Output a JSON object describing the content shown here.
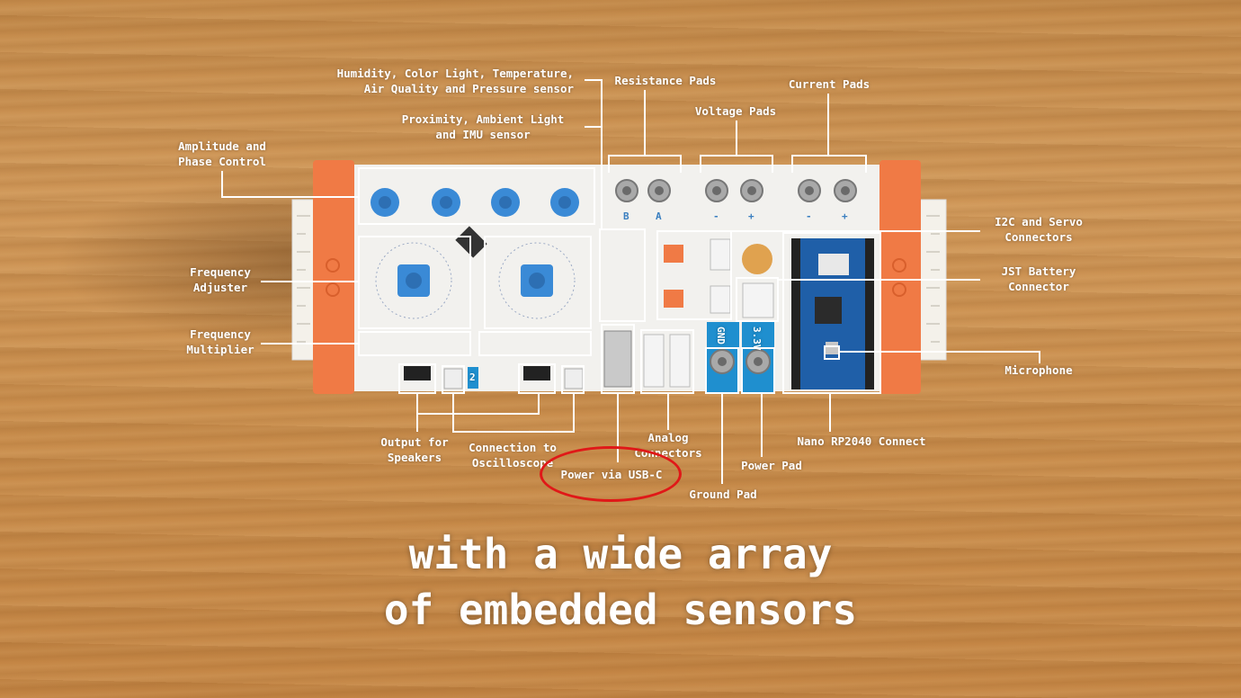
{
  "labels": {
    "humidity": "Humidity, Color Light, Temperature,\nAir Quality and Pressure sensor",
    "proximity": "Proximity, Ambient Light\nand IMU sensor",
    "resistance": "Resistance Pads",
    "voltage": "Voltage Pads",
    "current": "Current Pads",
    "amplitude": "Amplitude and\nPhase Control",
    "i2c": "I2C and Servo\nConnectors",
    "frequency_adjuster": "Frequency\nAdjuster",
    "jst": "JST Battery\nConnector",
    "frequency_multiplier": "Frequency\nMultiplier",
    "microphone": "Microphone",
    "output_speakers": "Output for\nSpeakers",
    "oscilloscope": "Connection to\nOscilloscope",
    "analog": "Analog\nConnectors",
    "nano": "Nano RP2040 Connect",
    "power_pad": "Power Pad",
    "usb": "Power via USB-C",
    "ground": "Ground Pad"
  },
  "board_text": {
    "gnd": "GND",
    "v33": "3.3V",
    "b": "B",
    "a": "A",
    "minus": "-",
    "plus": "+",
    "ch2": "2"
  },
  "caption": {
    "line1": "with a wide array",
    "line2": "of embedded sensors"
  },
  "colors": {
    "wood": "#c98d4c",
    "board": "#f2f1ee",
    "orange_frame": "#f07a45",
    "knob_blue": "#3a8ad6",
    "highlight_circle": "#e01818"
  }
}
